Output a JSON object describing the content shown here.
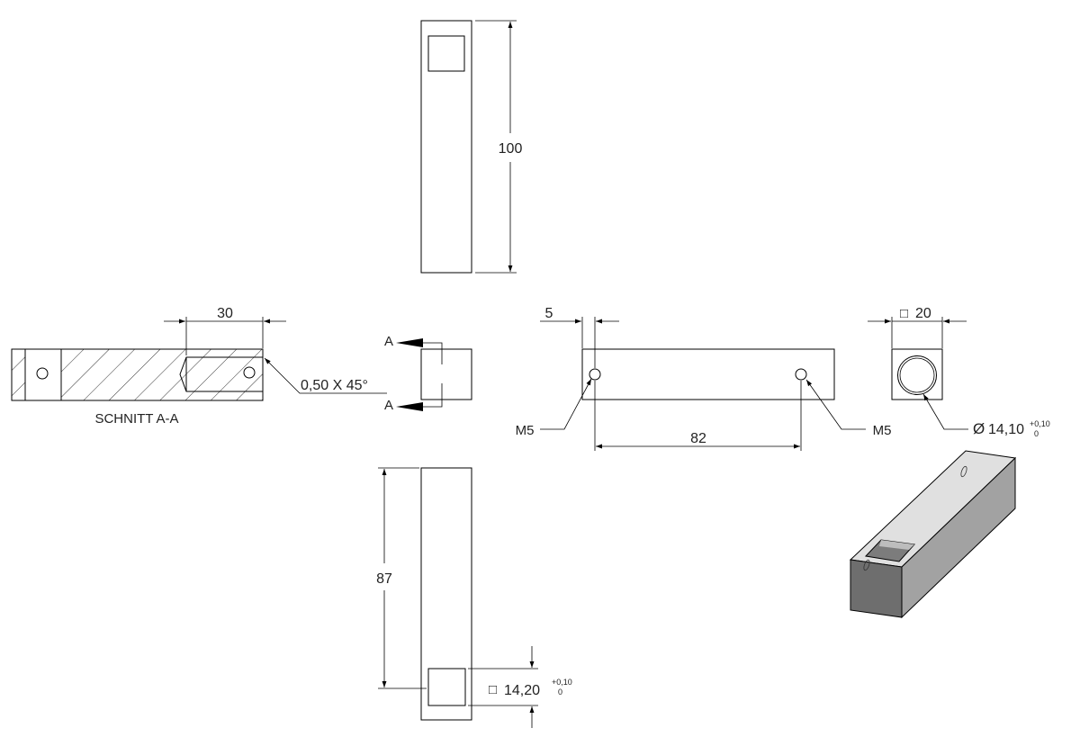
{
  "dimensions": {
    "height_top": "100",
    "slot_depth": "30",
    "hole_edge": "5",
    "hole_spacing": "82",
    "square_size": "20",
    "height_bottom": "87"
  },
  "callouts": {
    "chamfer": "0,50 X 45°",
    "thread_left": "M5",
    "thread_right": "M5",
    "bore_diameter": "14,10",
    "bore_tol_upper": "+0,10",
    "bore_tol_lower": "0",
    "square_bore": "14,20",
    "square_tol_upper": "+0,10",
    "square_tol_lower": "0",
    "square_symbol": "□",
    "diameter_symbol": "Ø"
  },
  "section": {
    "label": "SCHNITT A-A",
    "marker_top": "A",
    "marker_bottom": "A"
  },
  "colors": {
    "line": "#000000",
    "iso_top": "#e0e0e0",
    "iso_front": "#6e6e6e",
    "iso_side": "#a2a2a2"
  }
}
